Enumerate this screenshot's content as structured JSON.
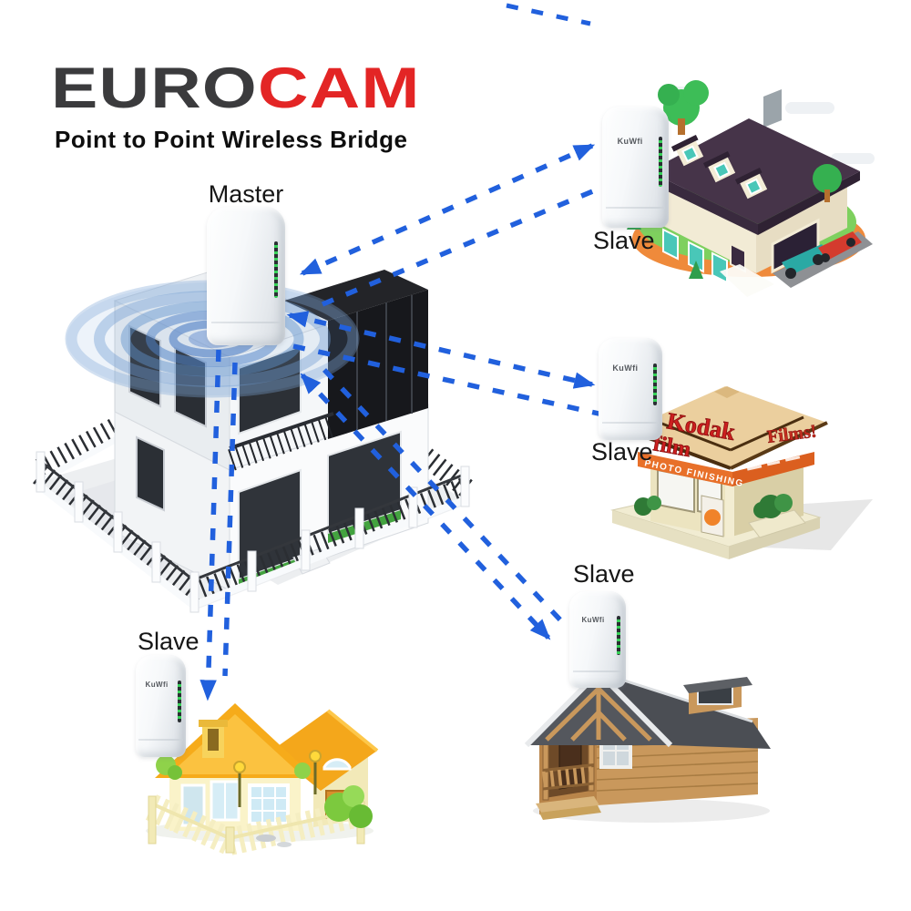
{
  "header": {
    "logo": {
      "part1": "EURO",
      "part2": "CAM"
    },
    "subtitle": "Point to Point Wireless Bridge"
  },
  "nodes": {
    "master": {
      "label": "Master"
    },
    "slaves": [
      {
        "label": "Slave",
        "location": "top-right-suburban-house"
      },
      {
        "label": "Slave",
        "location": "middle-right-photo-kiosk"
      },
      {
        "label": "Slave",
        "location": "bottom-right-wooden-cabin"
      },
      {
        "label": "Slave",
        "location": "bottom-left-cottage"
      }
    ]
  },
  "device": {
    "brand": "KuWfi"
  },
  "kiosk": {
    "roof_sign_line1": "Kodak",
    "roof_sign_line2": "film",
    "roof_sign_right": "Films!",
    "fascia_text": "PHOTO FINISHING"
  },
  "connections": [
    {
      "from": "master",
      "to": "slave-top-right",
      "style": "dashed",
      "direction": "bidirectional"
    },
    {
      "from": "master",
      "to": "slave-middle-right",
      "style": "dashed",
      "direction": "bidirectional"
    },
    {
      "from": "master",
      "to": "slave-bottom-right",
      "style": "dashed",
      "direction": "bidirectional"
    },
    {
      "from": "master",
      "to": "slave-bottom-left",
      "style": "dashed",
      "direction": "bidirectional"
    }
  ],
  "colors": {
    "logo_dark": "#3b3b3d",
    "logo_red": "#e32525",
    "link_blue": "#2160dd",
    "ripple_blue": "#6b9bd2"
  }
}
